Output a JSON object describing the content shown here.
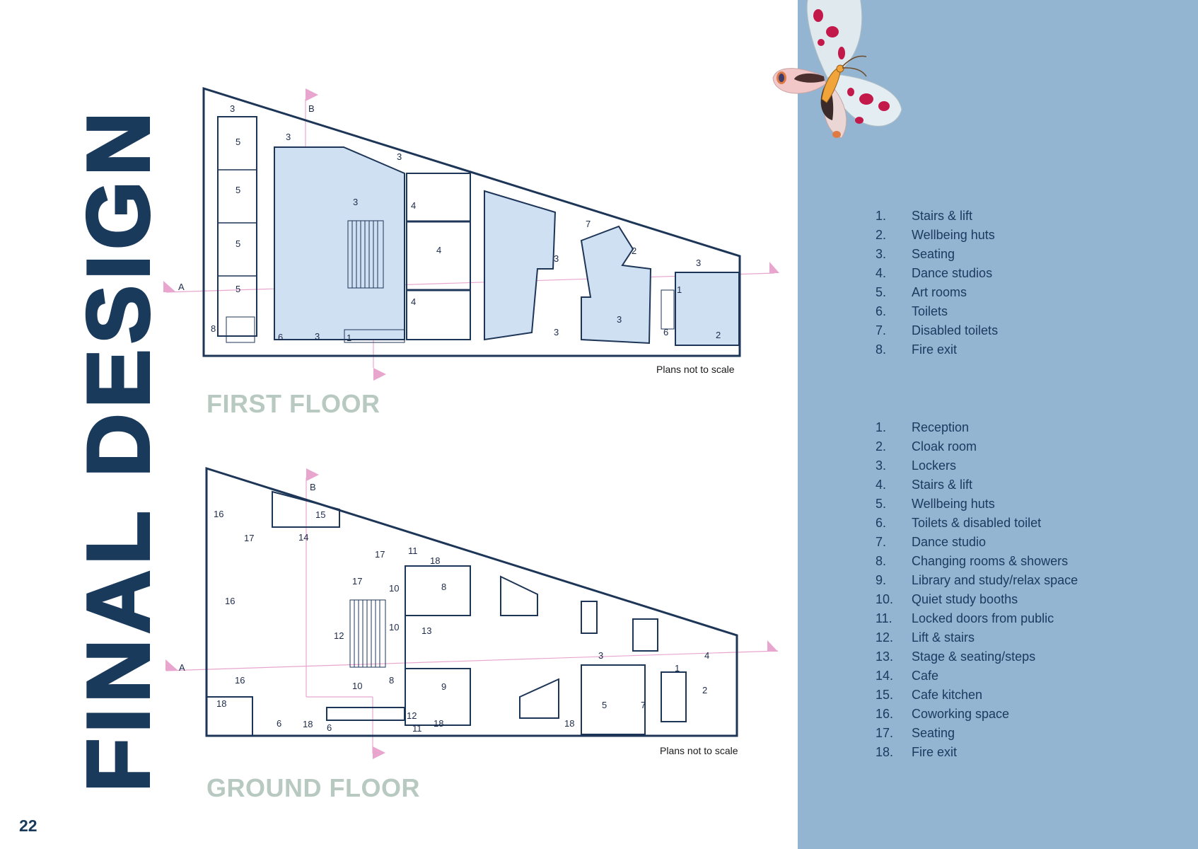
{
  "page": {
    "title": "FINAL DESIGN",
    "page_number": "22"
  },
  "first_floor": {
    "title": "FIRST FLOOR",
    "scale_note": "Plans not to scale",
    "section_markers": [
      "A",
      "B"
    ],
    "room_labels": [
      "3",
      "3",
      "3",
      "3",
      "3",
      "3",
      "3",
      "3",
      "3",
      "5",
      "5",
      "5",
      "5",
      "4",
      "4",
      "4",
      "7",
      "2",
      "2",
      "1",
      "1",
      "6",
      "6",
      "8"
    ],
    "legend": [
      {
        "num": "1.",
        "label": "Stairs & lift"
      },
      {
        "num": "2.",
        "label": "Wellbeing huts"
      },
      {
        "num": "3.",
        "label": "Seating"
      },
      {
        "num": "4.",
        "label": "Dance studios"
      },
      {
        "num": "5.",
        "label": "Art rooms"
      },
      {
        "num": "6.",
        "label": "Toilets"
      },
      {
        "num": "7.",
        "label": "Disabled toilets"
      },
      {
        "num": "8.",
        "label": "Fire exit"
      }
    ]
  },
  "ground_floor": {
    "title": "GROUND FLOOR",
    "scale_note": "Plans not to scale",
    "section_markers": [
      "A",
      "B"
    ],
    "room_labels": [
      "16",
      "16",
      "16",
      "17",
      "17",
      "17",
      "15",
      "14",
      "11",
      "11",
      "18",
      "18",
      "18",
      "18",
      "18",
      "10",
      "10",
      "10",
      "8",
      "8",
      "9",
      "13",
      "12",
      "12",
      "6",
      "6",
      "7",
      "5",
      "3",
      "4",
      "1",
      "2"
    ],
    "legend": [
      {
        "num": "1.",
        "label": "Reception"
      },
      {
        "num": "2.",
        "label": "Cloak room"
      },
      {
        "num": "3.",
        "label": "Lockers"
      },
      {
        "num": "4.",
        "label": "Stairs & lift"
      },
      {
        "num": "5.",
        "label": "Wellbeing huts"
      },
      {
        "num": "6.",
        "label": "Toilets & disabled toilet"
      },
      {
        "num": "7.",
        "label": "Dance studio"
      },
      {
        "num": "8.",
        "label": "Changing rooms & showers"
      },
      {
        "num": "9.",
        "label": "Library and study/relax space"
      },
      {
        "num": "10.",
        "label": "Quiet study booths"
      },
      {
        "num": "11.",
        "label": "Locked doors from public"
      },
      {
        "num": "12.",
        "label": "Lift & stairs"
      },
      {
        "num": "13.",
        "label": "Stage & seating/steps"
      },
      {
        "num": "14.",
        "label": "Cafe"
      },
      {
        "num": "15.",
        "label": "Cafe kitchen"
      },
      {
        "num": "16.",
        "label": "Coworking space"
      },
      {
        "num": "17.",
        "label": "Seating"
      },
      {
        "num": "18.",
        "label": "Fire exit"
      }
    ]
  },
  "colors": {
    "panel": "#94b5d1",
    "title": "#1a3a5c",
    "floor_title": "#b8c9c1",
    "plan_fill": "#cfe0f3",
    "section_marker": "#e8a6cf"
  },
  "decoration": {
    "illustration": "moth-illustration"
  }
}
